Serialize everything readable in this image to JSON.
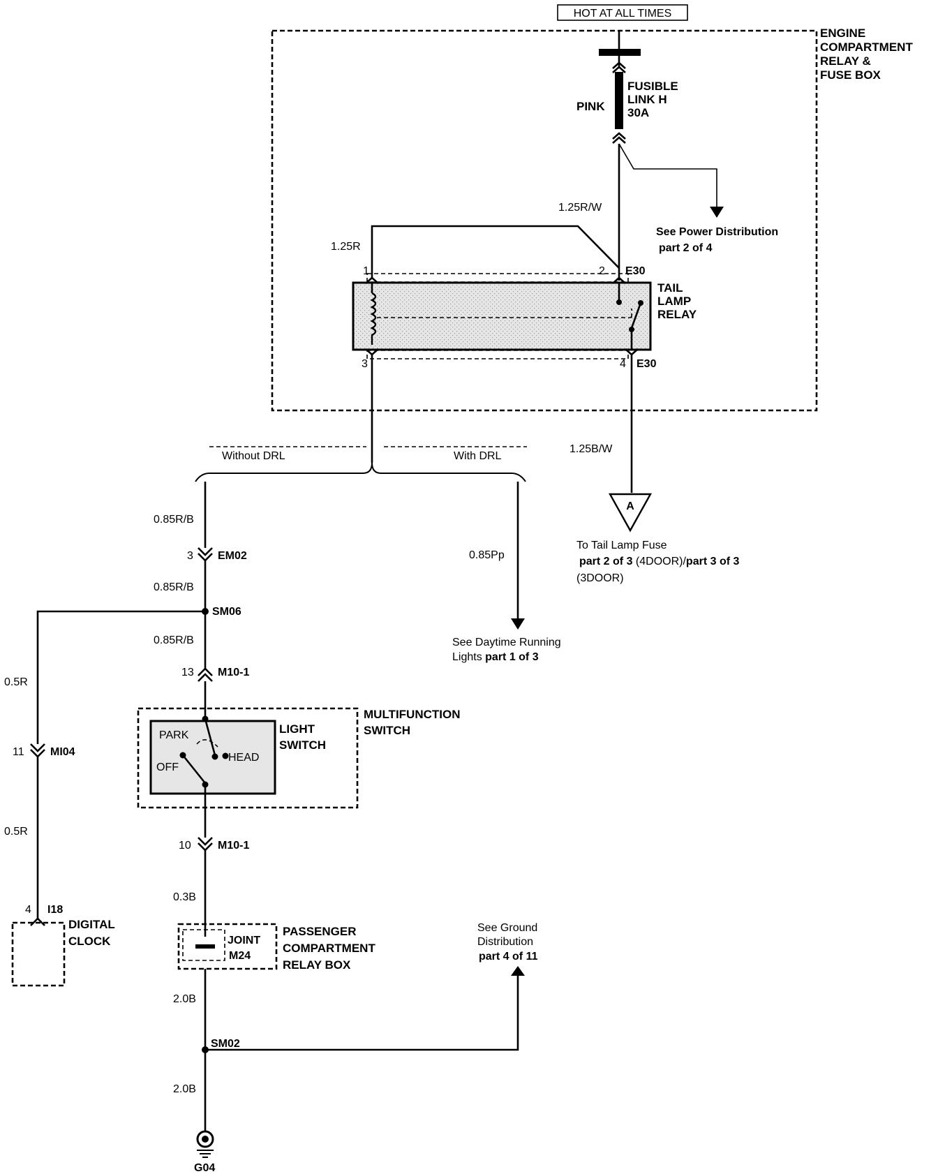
{
  "power_label": "HOT AT ALL TIMES",
  "engine_box": {
    "line1": "ENGINE",
    "line2": "COMPARTMENT",
    "line3": "RELAY &",
    "line4": "FUSE BOX"
  },
  "fusible_link": {
    "color": "PINK",
    "line1": "FUSIBLE",
    "line2": "LINK H",
    "line3": "30A"
  },
  "power_dist_ref": {
    "line1": "See Power Distribution",
    "line2": "part 2 of 4"
  },
  "tail_lamp_relay": {
    "line1": "TAIL",
    "line2": "LAMP",
    "line3": "RELAY",
    "connector": "E30",
    "pins": {
      "p1": "1",
      "p2": "2",
      "p3": "3",
      "p4": "4"
    }
  },
  "wires": {
    "w_125rw": "1.25R/W",
    "w_125r": "1.25R",
    "w_125bw": "1.25B/W",
    "w_085rb": "0.85R/B",
    "w_085pp": "0.85Pp",
    "w_05r": "0.5R",
    "w_03b": "0.3B",
    "w_20b": "2.0B"
  },
  "branches": {
    "without_drl": "Without DRL",
    "with_drl": "With DRL"
  },
  "tail_fuse_ref": {
    "marker": "A",
    "line1": "To Tail Lamp Fuse",
    "line2a": "part 2 of 3",
    "line2b": " (4DOOR)/",
    "line2c": "part 3 of 3",
    "line3": "(3DOOR)"
  },
  "drl_ref": {
    "line1": "See Daytime Running",
    "line2a": "Lights ",
    "line2b": "part 1 of 3"
  },
  "connectors": {
    "em02": {
      "pin": "3",
      "name": "EM02"
    },
    "m10_top": {
      "pin": "13",
      "name": "M10-1"
    },
    "m10_bottom": {
      "pin": "10",
      "name": "M10-1"
    },
    "mi04": {
      "pin": "11",
      "name": "MI04"
    },
    "i18": {
      "pin": "4",
      "name": "I18"
    }
  },
  "splices": {
    "sm06": "SM06",
    "sm02": "SM02"
  },
  "multifunction": {
    "line1": "MULTIFUNCTION",
    "line2": "SWITCH",
    "sw1": "LIGHT",
    "sw2": "SWITCH",
    "park": "PARK",
    "head": "HEAD",
    "off": "OFF"
  },
  "digital_clock": {
    "line1": "DIGITAL",
    "line2": "CLOCK"
  },
  "relay_box": {
    "line1": "PASSENGER",
    "line2": "COMPARTMENT",
    "line3": "RELAY BOX",
    "joint": "JOINT",
    "joint_id": "M24"
  },
  "ground_ref": {
    "line1": "See Ground",
    "line2": "Distribution",
    "line3": "part 4 of 11"
  },
  "ground": "G04"
}
